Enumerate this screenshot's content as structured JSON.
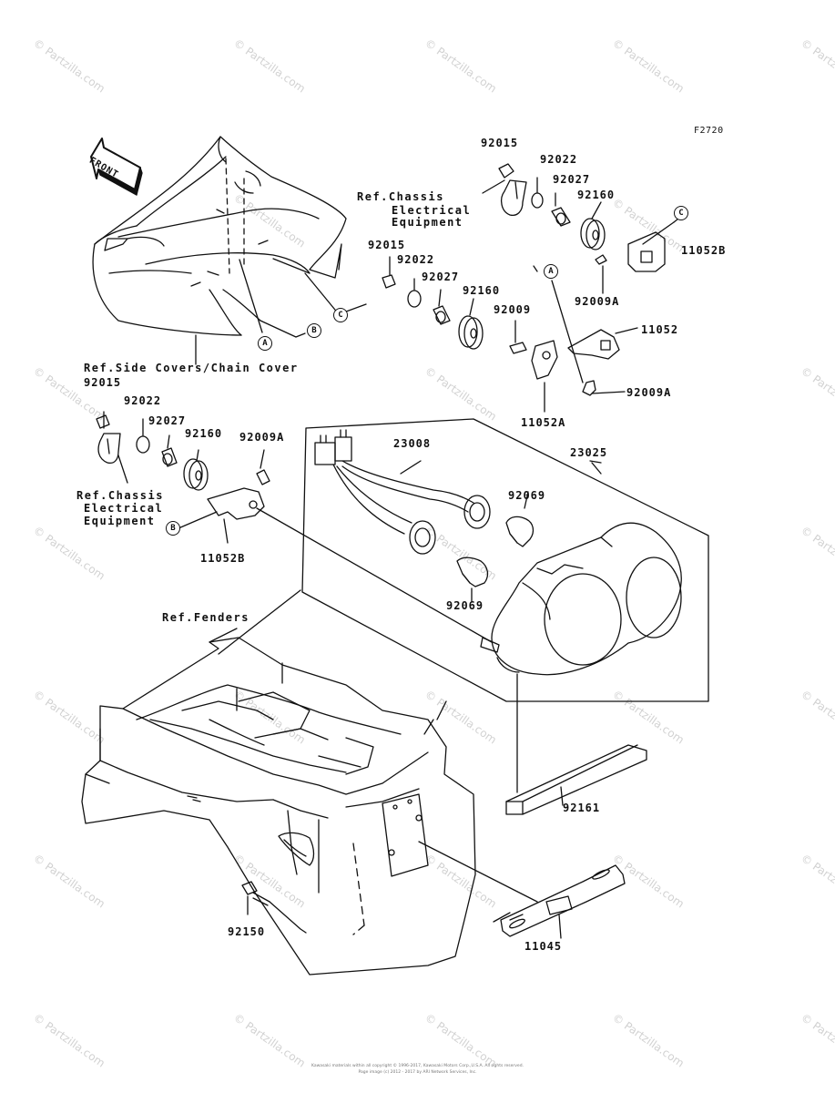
{
  "figure_code": "F2720",
  "front_label": "FRONT",
  "part_labels": {
    "p92015_top": "92015",
    "p92022_top": "92022",
    "p92027_top": "92027",
    "p92160_top": "92160",
    "p11052B_top": "11052B",
    "p92009A_top": "92009A",
    "p92015_mid": "92015",
    "p92022_mid": "92022",
    "p92027_mid": "92027",
    "p92160_mid": "92160",
    "p92009_mid": "92009",
    "p11052_mid": "11052",
    "p92009A_mid": "92009A",
    "p11052A_mid": "11052A",
    "p92015_left": "92015",
    "p92022_left": "92022",
    "p92027_left": "92027",
    "p92160_left": "92160",
    "p92009A_left": "92009A",
    "p11052B_left": "11052B",
    "p23008": "23008",
    "p23025": "23025",
    "p92069_a": "92069",
    "p92069_b": "92069",
    "p92161": "92161",
    "p92150": "92150",
    "p11045": "11045"
  },
  "references": {
    "chassis_top_1": "Ref.Chassis",
    "chassis_top_2": "Electrical",
    "chassis_top_3": "Equipment",
    "side_covers": "Ref.Side Covers/Chain Cover",
    "chassis_left_1": "Ref.Chassis",
    "chassis_left_2": "Electrical",
    "chassis_left_3": "Equipment",
    "fenders": "Ref.Fenders"
  },
  "callouts": {
    "A": "A",
    "B": "B",
    "C": "C"
  },
  "watermark": "© Partzilla.com",
  "footer_line1": "Kawasaki materials within all copyright © 1996-2017, Kawasaki Motors Corp.,U.S.A. All rights reserved.",
  "footer_line2": "Page image (c) 2012 - 2017 by ARI Network Services, Inc."
}
